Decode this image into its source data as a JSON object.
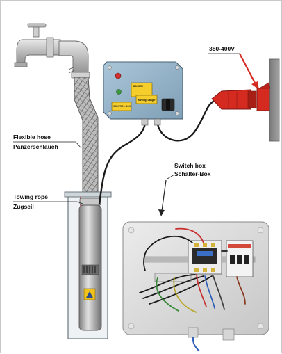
{
  "labels": {
    "voltage": "380-400V",
    "flexible_hose_en": "Flexible hose",
    "flexible_hose_de": "Panzerschlauch",
    "towing_rope_en": "Towing rope",
    "towing_rope_de": "Zugseil",
    "switch_box_en": "Switch box",
    "switch_box_de": "Schalter-Box"
  },
  "plates": {
    "warning_top": "DANGER",
    "warning_mid": "Warning: Danger",
    "control": "CONTROL BOX"
  },
  "colors": {
    "plug": "#d42a20",
    "cable": "#1a1a1a",
    "box": "#93b3c9",
    "wall": "#8c8c8c",
    "label_yellow": "#f4c61a"
  }
}
